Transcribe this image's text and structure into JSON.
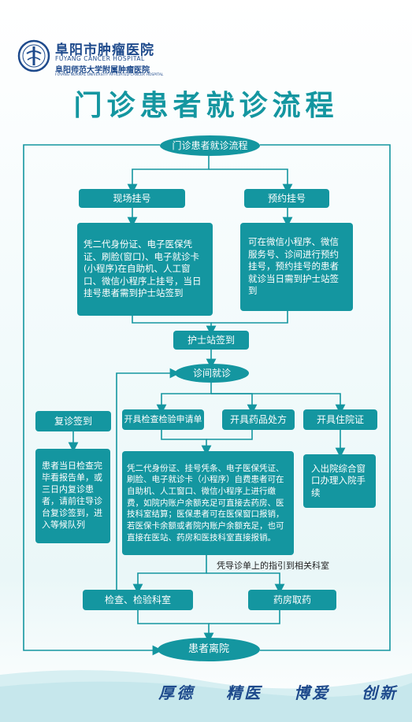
{
  "header": {
    "hospital_name_cn": "阜阳市肿瘤医院",
    "hospital_name_en": "FUYANG CANCER HOSPITAL",
    "affiliate_cn": "阜阳师范大学附属肿瘤医院",
    "affiliate_en": "FUYANG NORMAL UNIVERSITY AFFILIATED CANCER HOSPITAL",
    "logo_icon": "hospital-logo-icon"
  },
  "title": "门诊患者就诊流程",
  "flow": {
    "start": "门诊患者就诊流程",
    "onsite_register": "现场挂号",
    "appointment_register": "预约挂号",
    "onsite_desc": "凭二代身份证、电子医保凭证、刷脸(窗口)、电子就诊卡(小程序)在自助机、人工窗口、微信小程序上挂号，当日挂号患者需到护士站签到",
    "appointment_desc": "可在微信小程序、微信服务号、诊间进行预约挂号，预约挂号的患者就诊当日需到护士站签到",
    "nurse_checkin": "护士站签到",
    "consultation": "诊间就诊",
    "revisit_checkin": "复诊签到",
    "revisit_desc": "患者当日检查完毕看报告单，或三日内复诊患者，请前往导诊台复诊签到，进入等候队列",
    "exam_request": "开具检查检验申请单",
    "prescription": "开具药品处方",
    "admission": "开具住院证",
    "payment_desc": "凭二代身份证、挂号凭条、电子医保凭证、刷脸、电子就诊卡（小程序）自费患者可在自助机、人工窗口、微信小程序上进行缴费，如院内账户余额充足可直接去药房、医技科室结算；医保患者可在医保窗口报销，若医保卡余额或者院内账户余额充足，也可直接在医站、药房和医技科室直接报销。",
    "admission_desc": "入出院综合窗口办理入院手续",
    "guide_note": "凭导诊单上的指引到相关科室",
    "exam_dept": "检查、检验科室",
    "pharmacy": "药房取药",
    "leave": "患者离院"
  },
  "slogan": "厚德  精医  博爱  创新",
  "colors": {
    "primary": "#1496a0",
    "navy": "#1e4a8c",
    "line": "#1496a0"
  }
}
